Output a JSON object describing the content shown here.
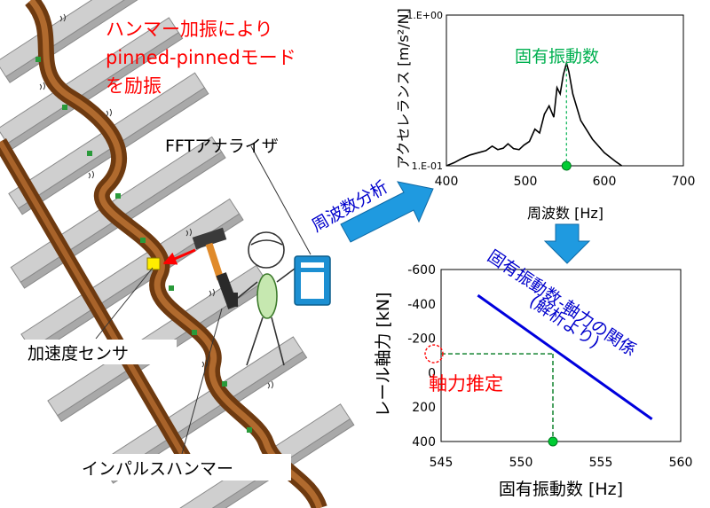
{
  "annotations": {
    "hammer_title_line1": "ハンマー加振により",
    "hammer_title_line2": "pinned-pinnedモード",
    "hammer_title_line3": "を励振",
    "fft_label": "FFTアナライザ",
    "accel_sensor_label": "加速度センサ",
    "impulse_hammer_label": "インパルスハンマー",
    "freq_analysis_label": "周波数分析",
    "relation_line1": "固有振動数-軸力の関係",
    "relation_line2": "(解析より)",
    "natural_freq_label": "固有振動数",
    "axial_estimate_label": "軸力推定"
  },
  "colors": {
    "red": "#ff0000",
    "green": "#00b050",
    "blue": "#0000cc",
    "arrow_blue": "#1f9ae0",
    "rail_brown": "#8b4a14",
    "sleeper_gray": "#c8c8c8"
  },
  "chart_data": [
    {
      "type": "line",
      "xlabel": "周波数 [Hz]",
      "ylabel": "アクセレランス [m/s²/N]",
      "xlim": [
        400,
        700
      ],
      "x_ticks": [
        "400",
        "500",
        "600",
        "700"
      ],
      "y_scale": "log",
      "ylim": [
        0.1,
        1.0
      ],
      "y_ticks": [
        "1.E-01",
        "1.E+00"
      ],
      "grid": false,
      "series": [
        {
          "x": [
            400,
            410,
            420,
            430,
            440,
            450,
            458,
            465,
            472,
            478,
            485,
            492,
            498,
            505,
            512,
            518,
            524,
            530,
            536,
            540,
            544,
            548,
            552,
            555,
            560,
            570,
            585,
            600,
            615,
            622
          ],
          "y": [
            0.1,
            0.105,
            0.112,
            0.118,
            0.122,
            0.126,
            0.135,
            0.128,
            0.131,
            0.14,
            0.13,
            0.128,
            0.137,
            0.145,
            0.175,
            0.165,
            0.22,
            0.25,
            0.21,
            0.33,
            0.3,
            0.4,
            0.48,
            0.42,
            0.3,
            0.2,
            0.15,
            0.122,
            0.106,
            0.1
          ]
        }
      ],
      "markers": [
        {
          "x": 552,
          "y": 0.1
        }
      ]
    },
    {
      "type": "line",
      "xlabel": "固有振動数 [Hz]",
      "ylabel": "レール軸力 [kN]",
      "xlim": [
        545,
        560
      ],
      "x_ticks": [
        "545",
        "550",
        "555",
        "560"
      ],
      "ylim": [
        400,
        -600
      ],
      "y_ticks": [
        "-600",
        "-400",
        "-200",
        "0",
        "200",
        "400"
      ],
      "grid": false,
      "series": [
        {
          "x": [
            547.3,
            558.2
          ],
          "y": [
            -450,
            270
          ]
        }
      ],
      "markers": [
        {
          "x": 552,
          "y": 400
        },
        {
          "x": 545,
          "y": -110
        }
      ],
      "guide_point": {
        "x": 552,
        "y": -110
      }
    }
  ]
}
